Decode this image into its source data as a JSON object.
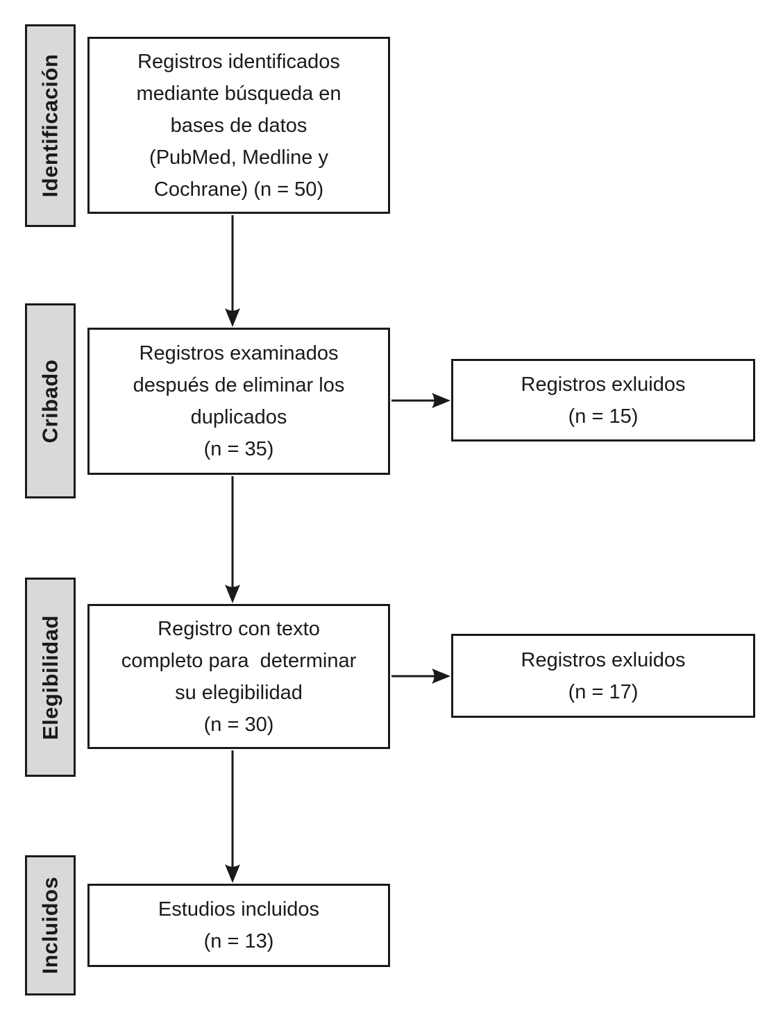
{
  "diagram": {
    "type": "prisma-flow",
    "stage_labels": [
      {
        "id": "identification",
        "label": "Identificación"
      },
      {
        "id": "screening",
        "label": "Cribado"
      },
      {
        "id": "eligibility",
        "label": "Elegibilidad"
      },
      {
        "id": "included",
        "label": "Incluidos"
      }
    ],
    "nodes": {
      "identified": {
        "lines": [
          "Registros identificados",
          "mediante búsqueda en",
          "bases de datos",
          "(PubMed, Medline y",
          "Cochrane) (n = 50)"
        ],
        "n": 50
      },
      "screened": {
        "lines": [
          "Registros examinados",
          "después de eliminar los",
          "duplicados",
          "(n = 35)"
        ],
        "n": 35
      },
      "excluded_screening": {
        "lines": [
          "Registros exluidos",
          "(n = 15)"
        ],
        "n": 15
      },
      "fulltext": {
        "lines": [
          "Registro con texto",
          "completo para  determinar",
          "su elegibilidad",
          "(n = 30)"
        ],
        "n": 30
      },
      "excluded_eligibility": {
        "lines": [
          "Registros exluidos",
          "(n = 17)"
        ],
        "n": 17
      },
      "included_studies": {
        "lines": [
          "Estudios incluidos",
          "(n = 13)"
        ],
        "n": 13
      }
    },
    "colors": {
      "stage_fill": "#d9d9d9",
      "border": "#1a1a1a",
      "background": "#ffffff",
      "text": "#1a1a1a"
    }
  }
}
